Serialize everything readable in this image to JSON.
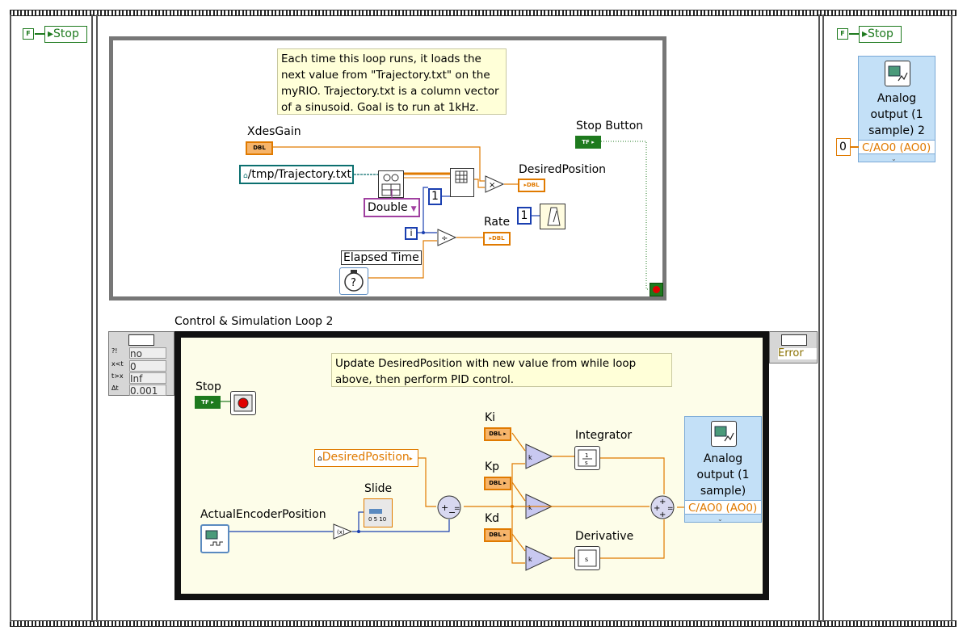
{
  "stop_locals": {
    "left": "Stop",
    "right": "Stop",
    "false_label": "F"
  },
  "while_loop": {
    "note": "Each time this loop runs, it loads the next value from \"Trajectory.txt\" on the myRIO. Trajectory.txt is a column vector of a sinusoid. Goal is to run at 1kHz.",
    "xdes_gain": "XdesGain",
    "path_constant": "/tmp/Trajectory.txt",
    "type_dropdown": "Double",
    "index_const": "1",
    "iteration": "i",
    "desired_position": "DesiredPosition",
    "wait_const": "1",
    "rate": "Rate",
    "elapsed_time": "Elapsed Time",
    "stop_button": "Stop Button"
  },
  "cd_loop": {
    "title": "Control & Simulation Loop 2",
    "note": "Update DesiredPosition with new value from while loop above, then perform PID control.",
    "stop": "Stop",
    "desired_position_local": "DesiredPosition",
    "actual_encoder": "ActualEncoderPosition",
    "slide": "Slide",
    "ki": "Ki",
    "kp": "Kp",
    "kd": "Kd",
    "integrator": "Integrator",
    "derivative": "Derivative",
    "ao_title_line1": "Analog",
    "ao_title_line2": "output (1",
    "ao_title_line3": "sample)",
    "ao_channel": "C/AO0 (AO0)",
    "left_params": [
      "no",
      "0",
      "Inf",
      "0.001"
    ],
    "left_param_icons": [
      "?!",
      "x<t",
      "t>x",
      "Δt"
    ],
    "error_out": "Error"
  },
  "right_frame": {
    "ao_title_line1": "Analog",
    "ao_title_line2": "output (1",
    "ao_title_line3": "sample) 2",
    "ao_channel": "C/AO0 (AO0)",
    "value_const": "0"
  },
  "colors": {
    "dbl": "#e07a00",
    "bool": "#1e7a1e",
    "int": "#1a3fb0",
    "path": "#0b6f6f",
    "note_bg": "#ffffd8",
    "loop_bg": "#fdfde9"
  }
}
